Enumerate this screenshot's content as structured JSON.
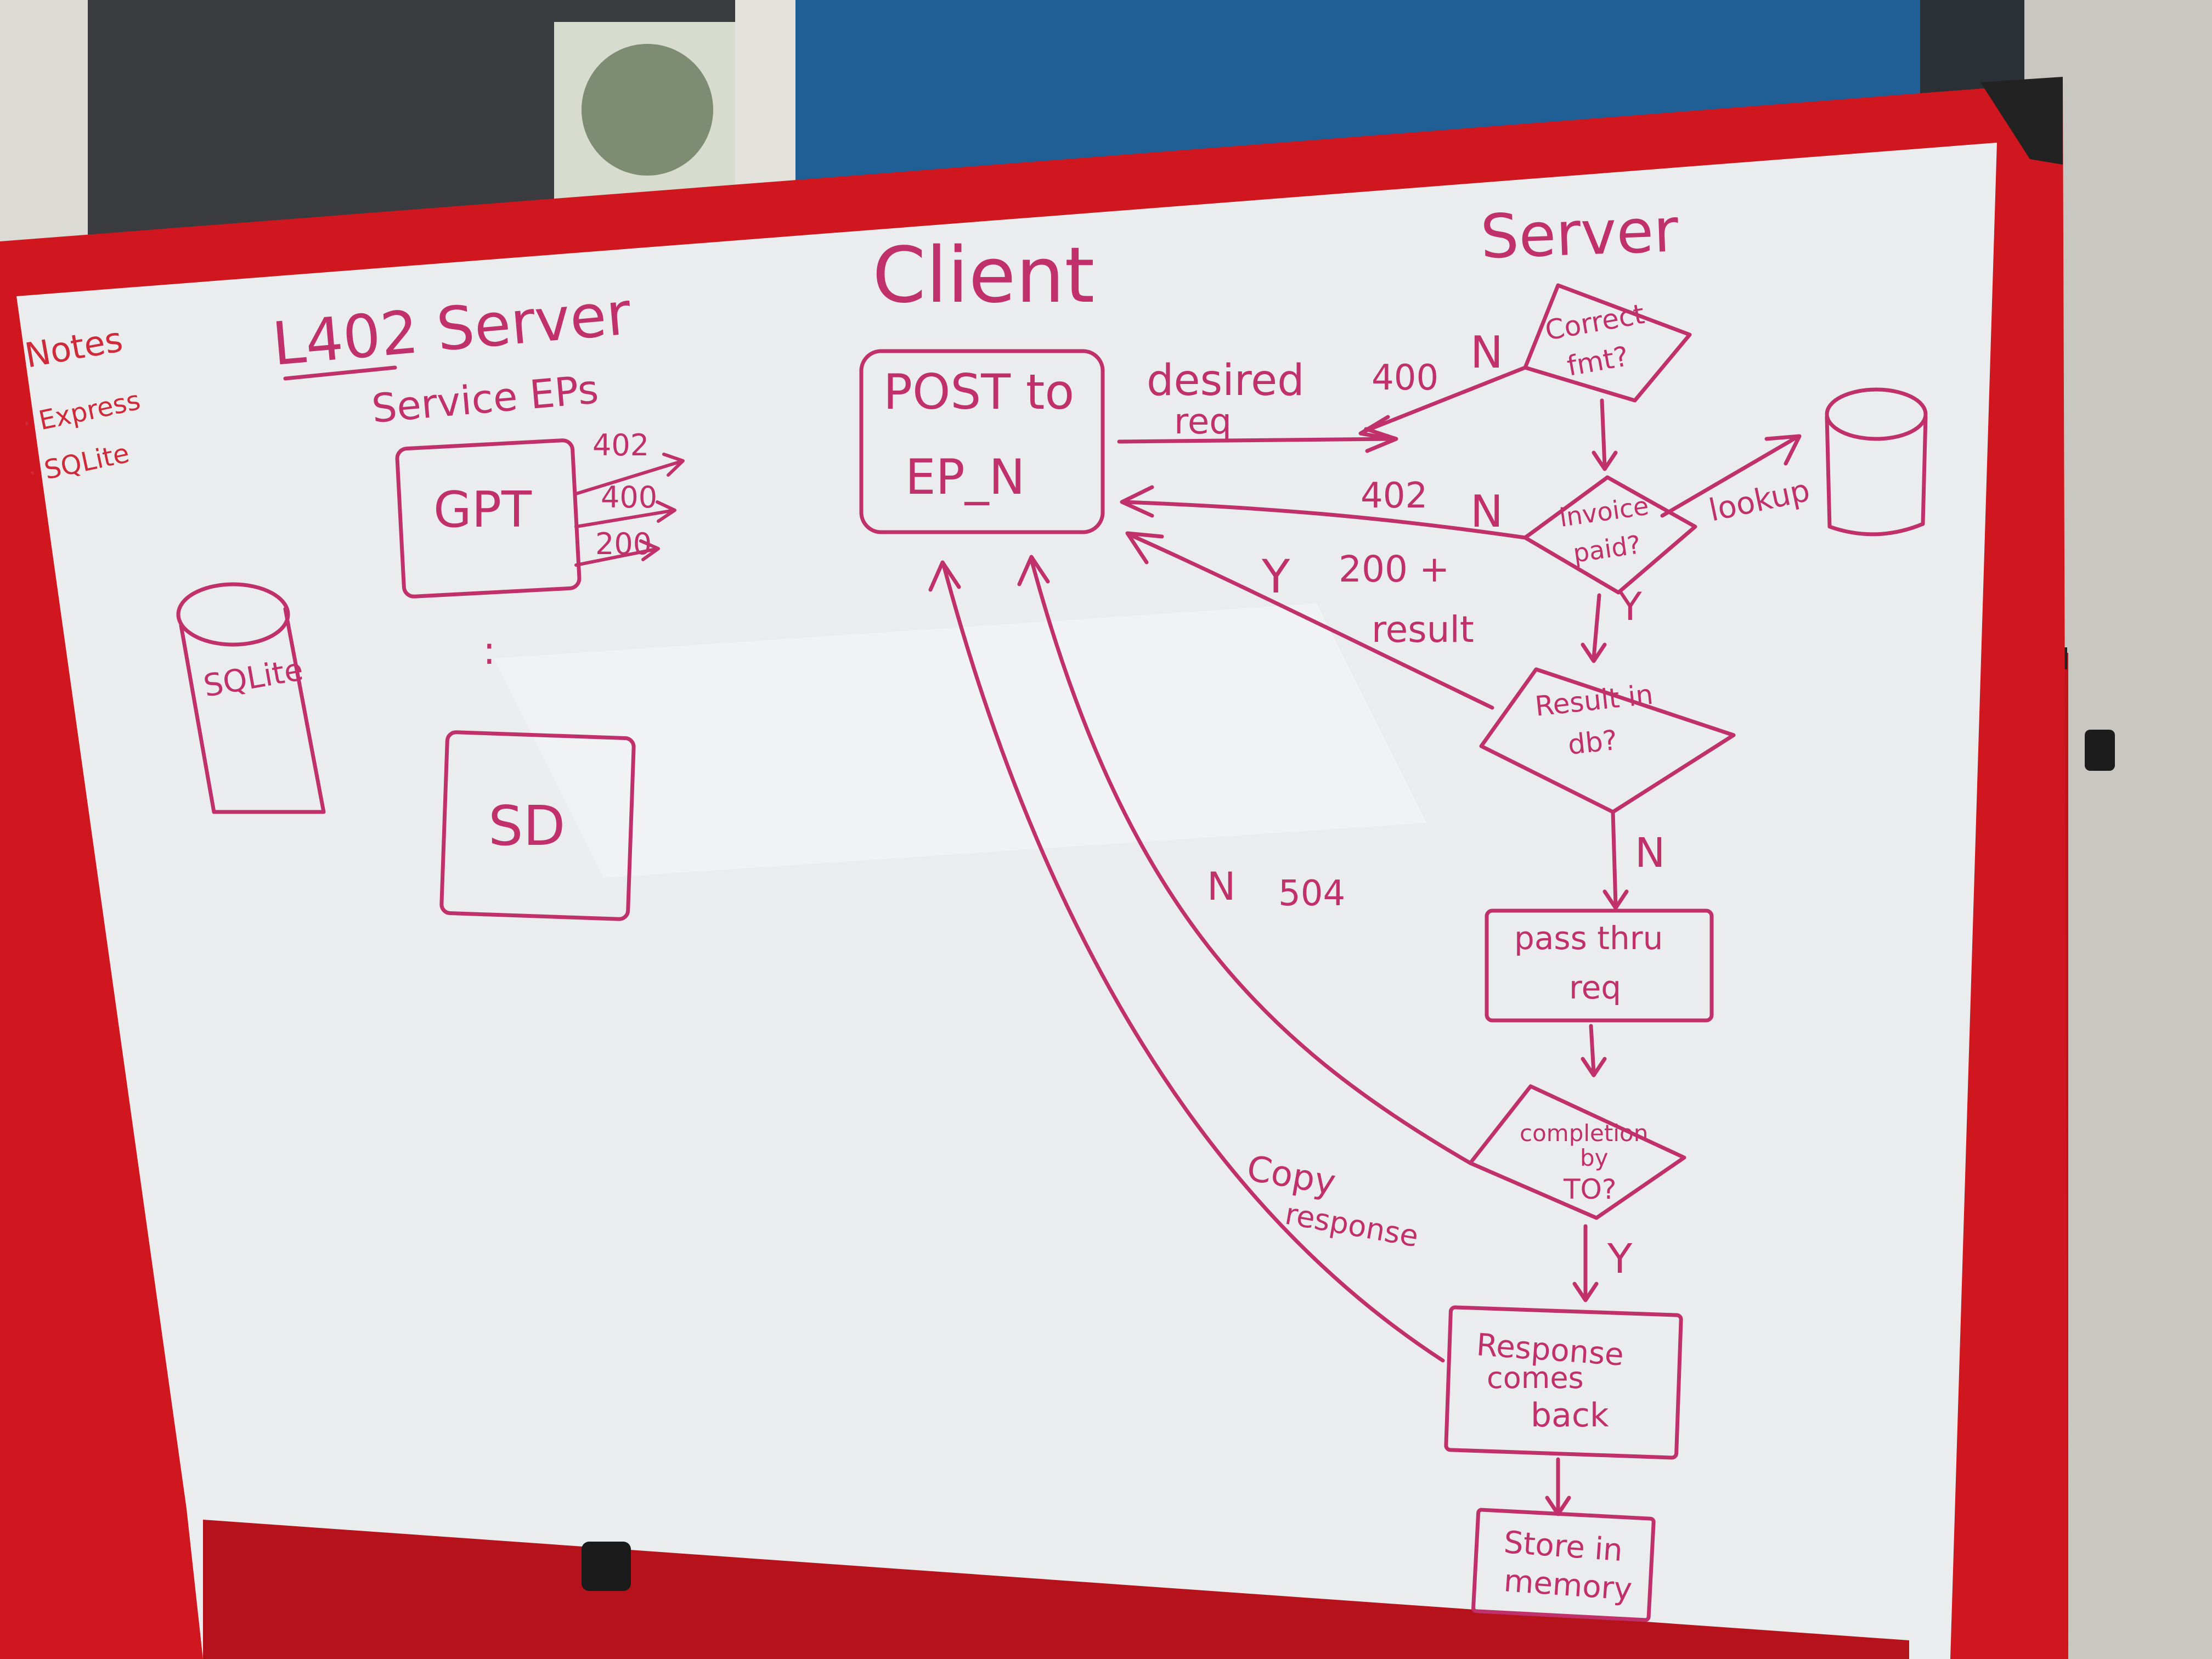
{
  "colors": {
    "marker": "#c0306a",
    "notes_marker": "#cf2a3a",
    "frame": "#d0161e",
    "board": "#ecedee",
    "wall": "#1f5f95"
  },
  "notes": {
    "title": "Notes",
    "items": [
      "· Express",
      "· SQLite"
    ]
  },
  "left": {
    "title": "L402  Server",
    "subtitle": "Service EPs",
    "gpt_label": "GPT",
    "sd_label": "SD",
    "ellipsis": ":",
    "sqlite_label": "SQLite",
    "codes": [
      "402",
      "400",
      "200"
    ]
  },
  "client": {
    "title": "Client",
    "box_line1": "POST to",
    "box_line2": "EP_N"
  },
  "server": {
    "title": "Server",
    "correct_fmt_1": "Correct",
    "correct_fmt_2": "fmt?",
    "invoice_paid_1": "invoice",
    "invoice_paid_2": "paid?",
    "result_db_1": "Result in",
    "result_db_2": "db?",
    "pass_thru_1": "pass thru",
    "pass_thru_2": "req",
    "completion_1": "completion",
    "completion_2": "by",
    "completion_3": "TO?",
    "response_1": "Response",
    "response_2": "comes",
    "response_3": "back",
    "store_1": "Store in",
    "store_2": "memory",
    "lookup_label": "lookup"
  },
  "flow_labels": {
    "desired_1": "desired",
    "desired_2": "req",
    "n_400_code": "400",
    "n_400_letter": "N",
    "n_402_code": "402",
    "n_402_letter": "N",
    "y_200_letter": "Y",
    "y_200_1": "200 +",
    "y_200_2": "result",
    "y_invoice": "Y",
    "n_db": "N",
    "n_504_letter": "N",
    "n_504_code": "504",
    "copy_1": "Copy",
    "copy_2": "response",
    "y_completion": "Y"
  }
}
